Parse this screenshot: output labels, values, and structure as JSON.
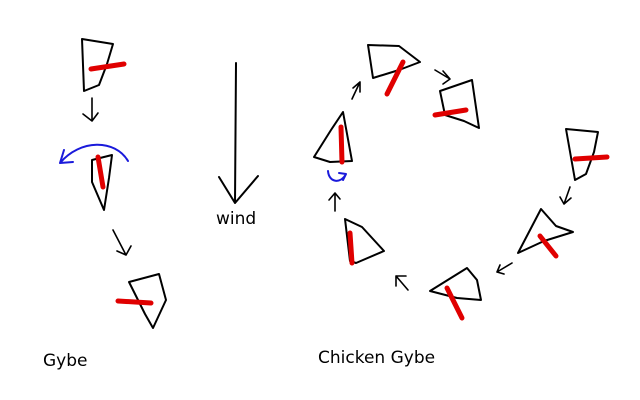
{
  "labels": {
    "wind": "wind",
    "gybe": "Gybe",
    "chicken_gybe": "Chicken Gybe"
  },
  "colors": {
    "background": "#ffffff",
    "outline": "#000000",
    "sail": "#e00000",
    "turn_arrow": "#1a1adb"
  },
  "diagram": {
    "gybe_sequence": {
      "boat_count": 3,
      "step_arrow_count": 2,
      "turn_arrow_count": 1
    },
    "chicken_gybe_sequence": {
      "boat_count": 7,
      "step_arrow_count": 6,
      "turn_arrow_count": 1
    }
  }
}
